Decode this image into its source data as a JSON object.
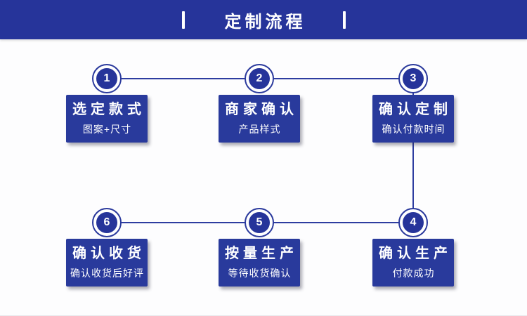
{
  "header": {
    "title": "定制流程",
    "separator_glyph": "|",
    "bg_color": "#26349a",
    "text_color": "#ffffff"
  },
  "flow": {
    "accent_color": "#293a9c",
    "line_color": "#2e3da0",
    "steps": [
      {
        "number": "1",
        "title": "选定款式",
        "subtitle": "图案+尺寸"
      },
      {
        "number": "2",
        "title": "商家确认",
        "subtitle": "产品样式"
      },
      {
        "number": "3",
        "title": "确认定制",
        "subtitle": "确认付款时间"
      },
      {
        "number": "4",
        "title": "确认生产",
        "subtitle": "付款成功"
      },
      {
        "number": "5",
        "title": "按量生产",
        "subtitle": "等待收货确认"
      },
      {
        "number": "6",
        "title": "确认收货",
        "subtitle": "确认收货后好评"
      }
    ]
  }
}
